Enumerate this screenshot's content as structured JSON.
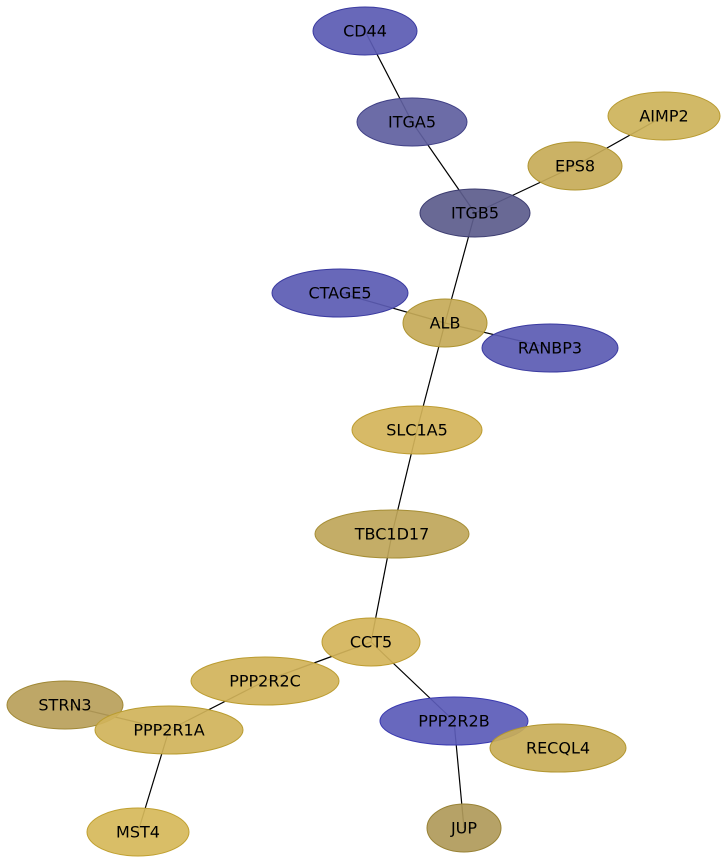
{
  "nodes": [
    {
      "id": "CD44",
      "color": "#5b5bb3",
      "stroke": "#3a3aa0"
    },
    {
      "id": "ITGA5",
      "color": "#5f5f9f",
      "stroke": "#3f3f85"
    },
    {
      "id": "AIMP2",
      "color": "#cdb35a",
      "stroke": "#b89a30"
    },
    {
      "id": "EPS8",
      "color": "#c7ab58",
      "stroke": "#b09530"
    },
    {
      "id": "ITGB5",
      "color": "#5c5c8c",
      "stroke": "#3c3c70"
    },
    {
      "id": "CTAGE5",
      "color": "#5b5bb3",
      "stroke": "#3a3aa0"
    },
    {
      "id": "ALB",
      "color": "#c6aa58",
      "stroke": "#ad9330"
    },
    {
      "id": "RANBP3",
      "color": "#5b5bb3",
      "stroke": "#3a3aa0"
    },
    {
      "id": "SLC1A5",
      "color": "#d4b45a",
      "stroke": "#bd9c30"
    },
    {
      "id": "TBC1D17",
      "color": "#bfa65a",
      "stroke": "#a68e35"
    },
    {
      "id": "CCT5",
      "color": "#d4b45a",
      "stroke": "#bd9c30"
    },
    {
      "id": "PPP2R2C",
      "color": "#d1b35a",
      "stroke": "#bb9c30"
    },
    {
      "id": "STRN3",
      "color": "#b8a05a",
      "stroke": "#a08835"
    },
    {
      "id": "PPP2R1A",
      "color": "#d0b35a",
      "stroke": "#b99c30"
    },
    {
      "id": "PPP2R2B",
      "color": "#5b5bb8",
      "stroke": "#3a3ab0"
    },
    {
      "id": "RECQL4",
      "color": "#c9ae58",
      "stroke": "#b29630"
    },
    {
      "id": "MST4",
      "color": "#d6b85a",
      "stroke": "#c0a030"
    },
    {
      "id": "JUP",
      "color": "#b09a5a",
      "stroke": "#988235"
    }
  ],
  "edges": [
    [
      "CD44",
      "ITGA5"
    ],
    [
      "ITGA5",
      "ITGB5"
    ],
    [
      "AIMP2",
      "EPS8"
    ],
    [
      "EPS8",
      "ITGB5"
    ],
    [
      "ITGB5",
      "ALB"
    ],
    [
      "CTAGE5",
      "ALB"
    ],
    [
      "ALB",
      "RANBP3"
    ],
    [
      "ALB",
      "SLC1A5"
    ],
    [
      "SLC1A5",
      "TBC1D17"
    ],
    [
      "TBC1D17",
      "CCT5"
    ],
    [
      "CCT5",
      "PPP2R2C"
    ],
    [
      "CCT5",
      "PPP2R2B"
    ],
    [
      "PPP2R2C",
      "PPP2R1A"
    ],
    [
      "STRN3",
      "PPP2R1A"
    ],
    [
      "PPP2R1A",
      "MST4"
    ],
    [
      "PPP2R2B",
      "JUP"
    ]
  ]
}
